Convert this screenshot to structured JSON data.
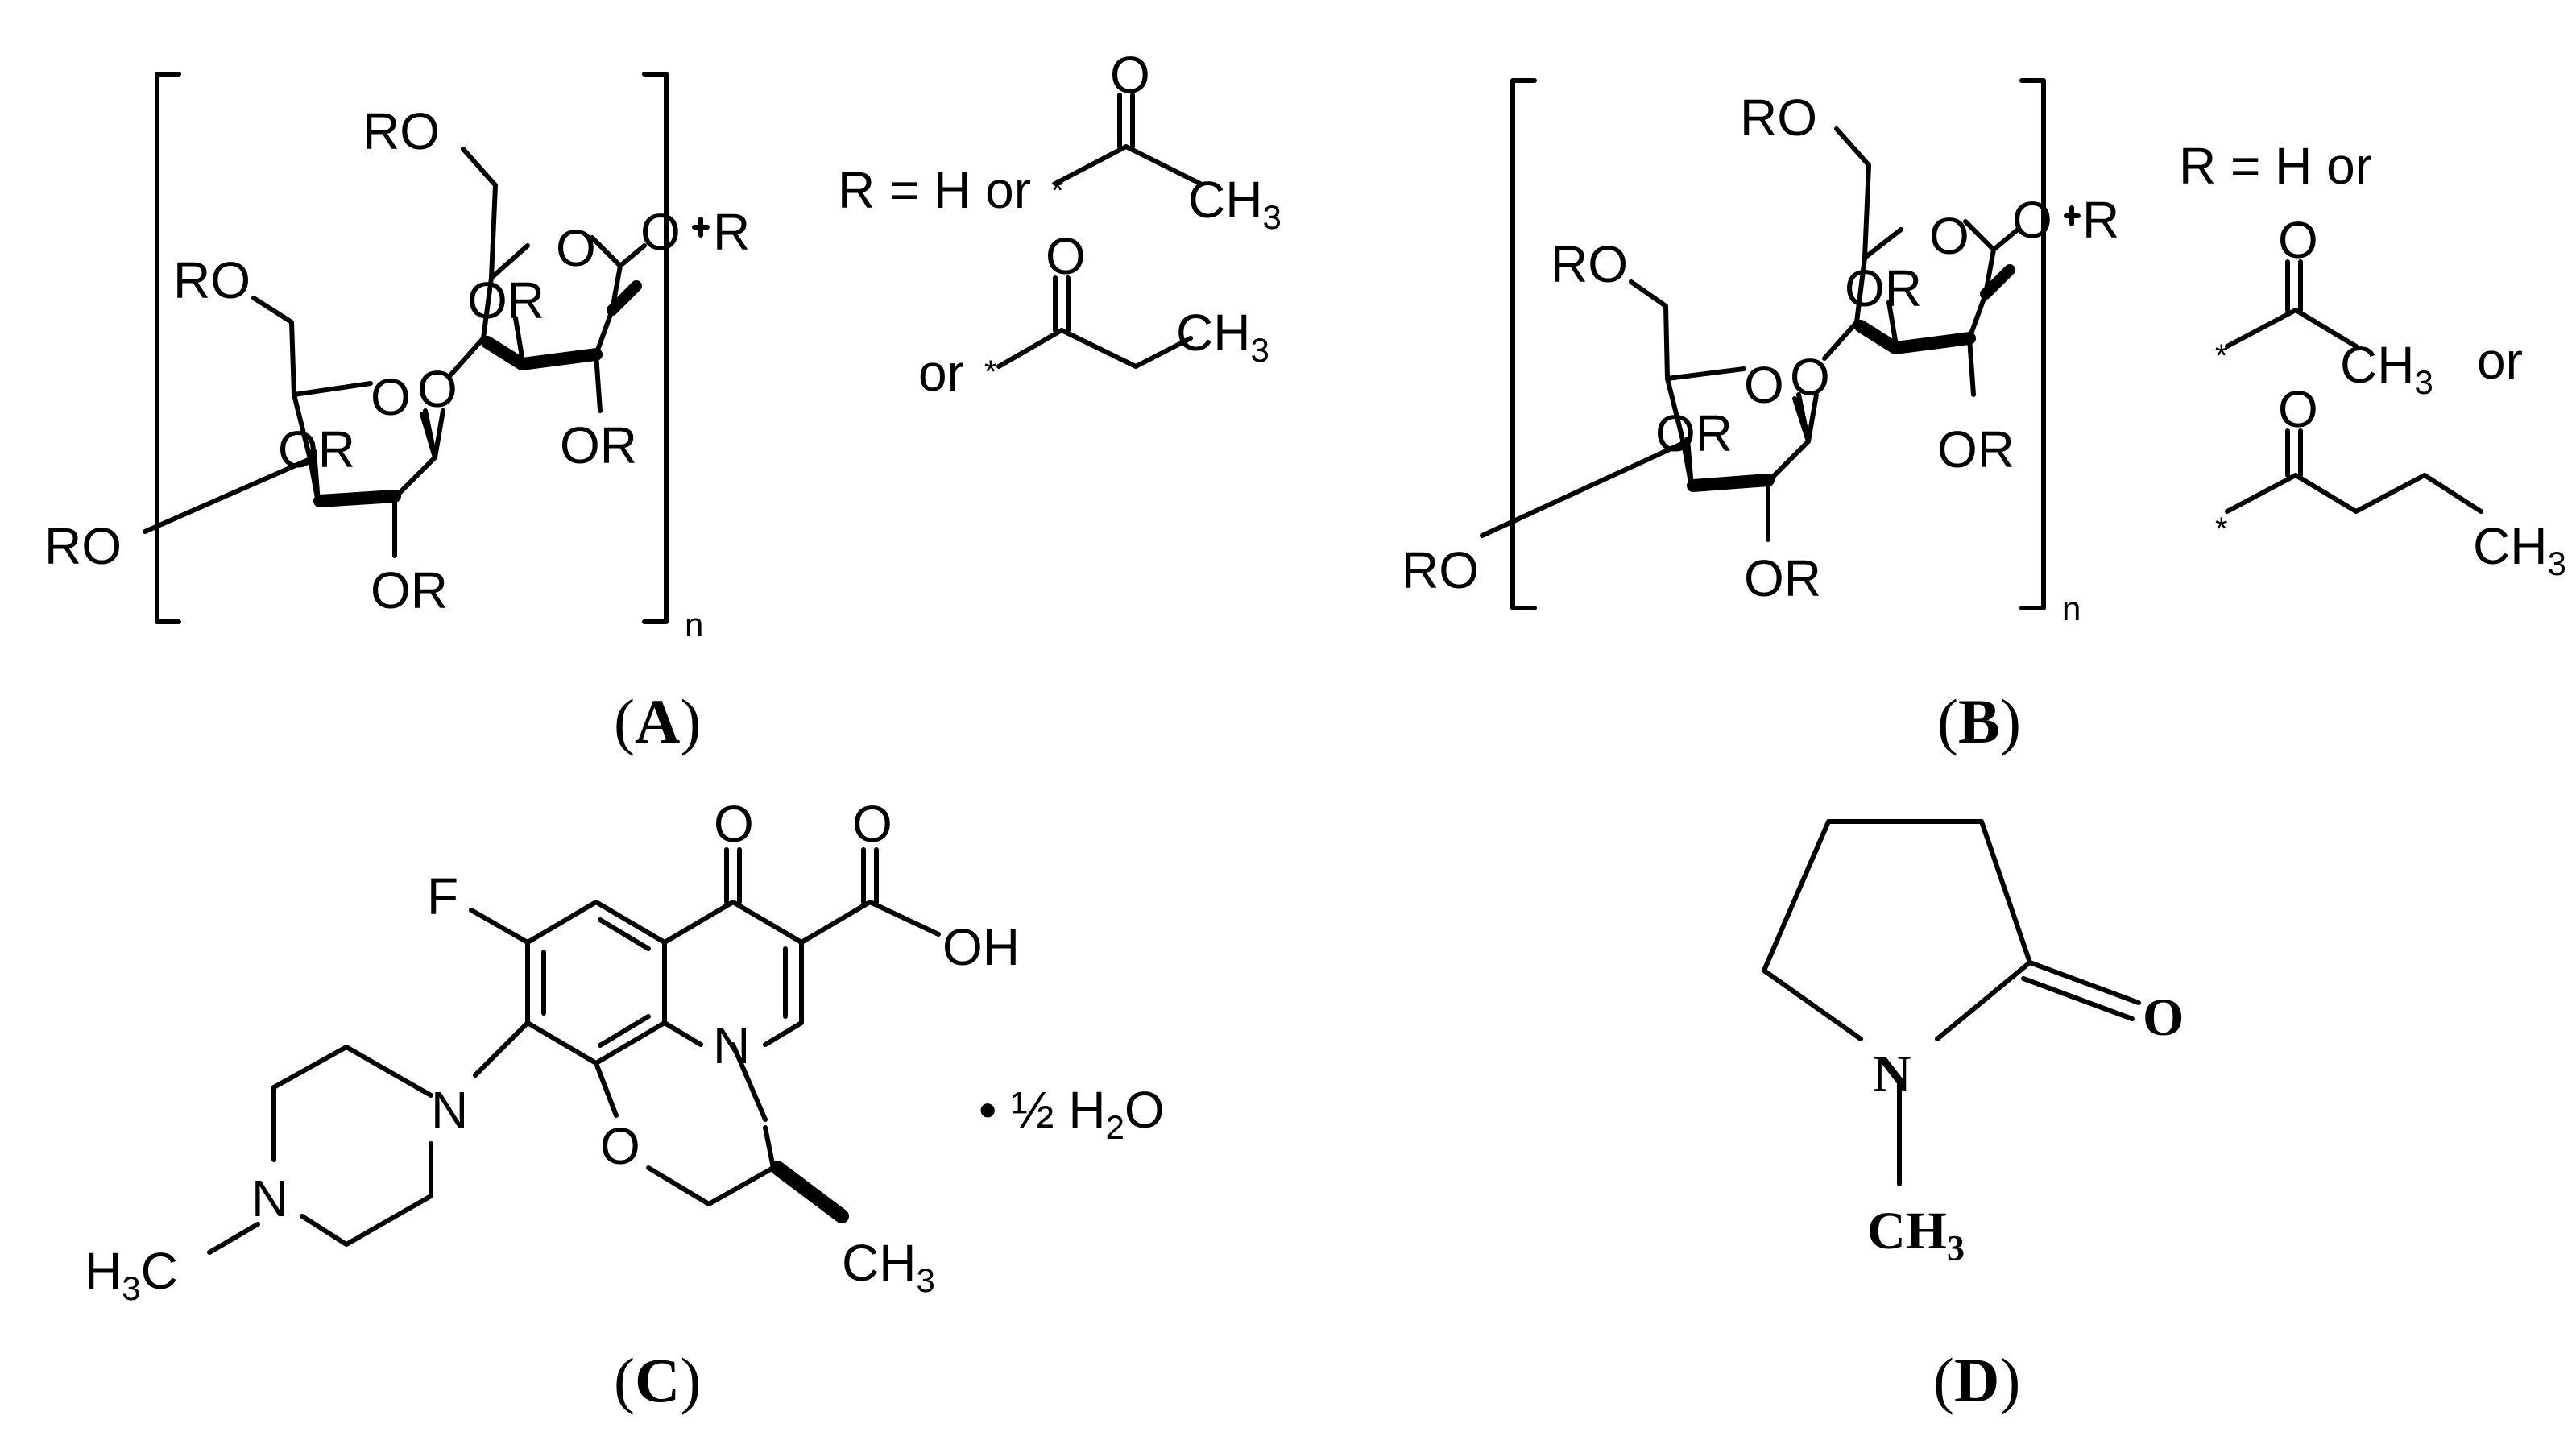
{
  "panels": {
    "A": {
      "caption_open": "(",
      "caption_letter": "A",
      "caption_close": ")",
      "ro": "RO",
      "or": "OR",
      "ring_o": "O",
      "r": "R",
      "n": "n",
      "r_def": "R = H or",
      "star": "*",
      "carbonyl_o": "O",
      "ch3_c": "CH",
      "ch3_sub": "3",
      "or_word": "or"
    },
    "B": {
      "caption_open": "(",
      "caption_letter": "B",
      "caption_close": ")",
      "ro": "RO",
      "or": "OR",
      "ring_o": "O",
      "r": "R",
      "n": "n",
      "r_def": "R = H or",
      "star": "*",
      "carbonyl_o": "O",
      "ch3_c": "CH",
      "ch3_sub": "3",
      "or_word": "or"
    },
    "C": {
      "caption_open": "(",
      "caption_letter": "C",
      "caption_close": ")",
      "f": "F",
      "o": "O",
      "oh": "OH",
      "n": "N",
      "h3c_h": "H",
      "h3c_sub": "3",
      "h3c_c": "C",
      "ch3_c": "CH",
      "ch3_sub": "3",
      "hydrate_pre": "• ½ H",
      "hydrate_sub": "2",
      "hydrate_post": "O"
    },
    "D": {
      "caption_open": "(",
      "caption_letter": "D",
      "caption_close": ")",
      "o": "O",
      "n": "N",
      "ch3_c": "CH",
      "ch3_sub": "3"
    }
  }
}
